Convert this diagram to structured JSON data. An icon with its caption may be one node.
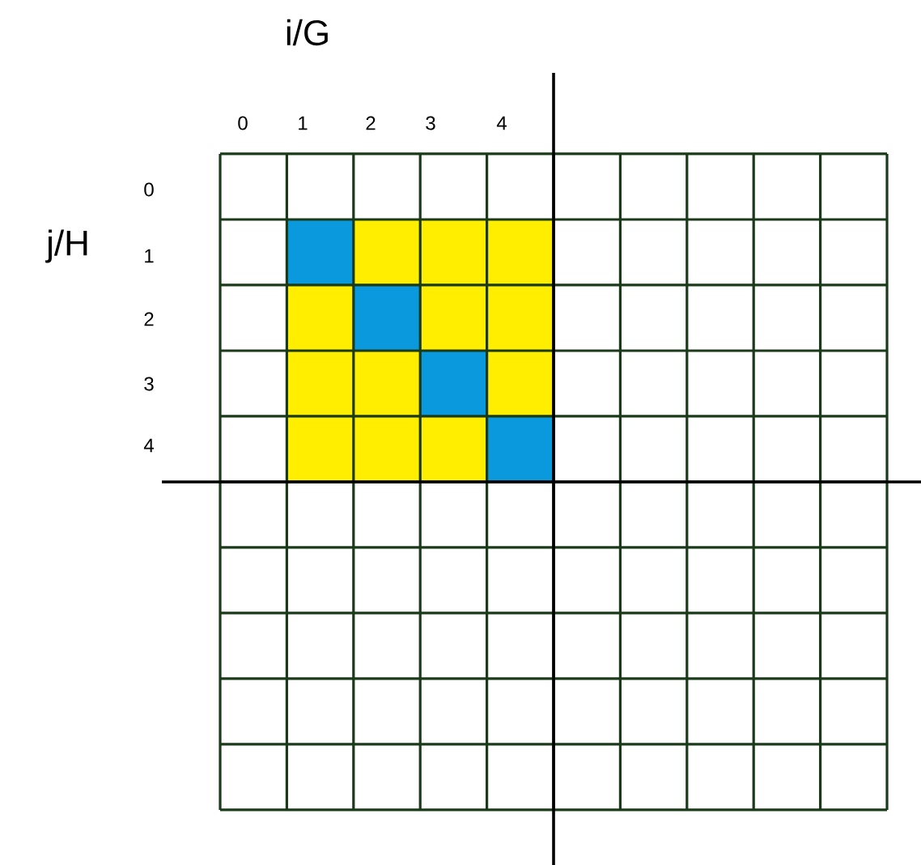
{
  "diagram": {
    "labels": [
      "i/G",
      "0",
      "1",
      "2",
      "3",
      "4",
      "0",
      "j/H",
      "1",
      "2",
      "3",
      "4"
    ]
  }
}
